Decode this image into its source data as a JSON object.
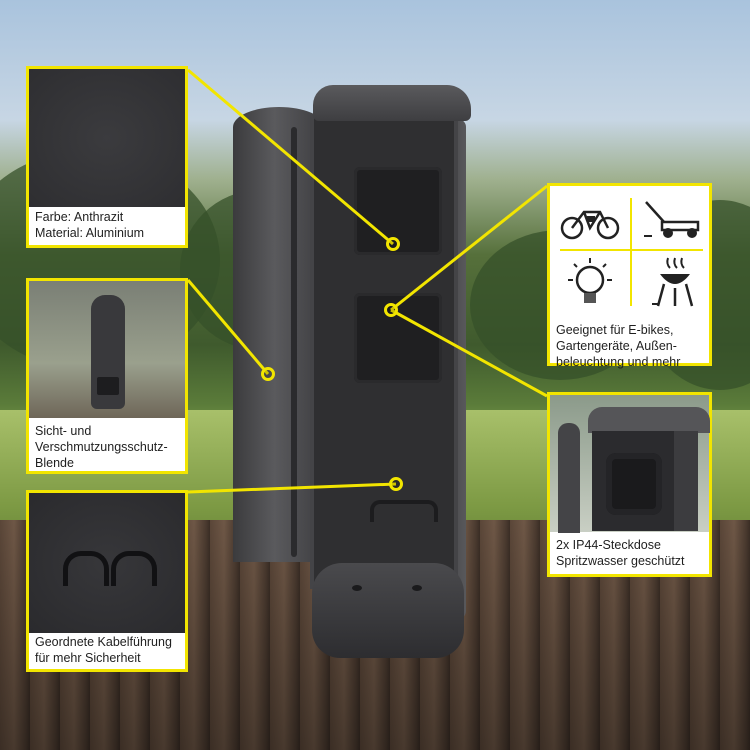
{
  "callouts": {
    "material": {
      "lines": [
        "Farbe: Anthrazit",
        "Material: Aluminium"
      ]
    },
    "shield": {
      "lines": [
        "Sicht- und",
        "Verschmutzungsschutz-",
        "Blende"
      ]
    },
    "cable": {
      "lines": [
        "Geordnete Kabelführung",
        "für mehr Sicherheit"
      ]
    },
    "usage": {
      "lines": [
        "Geeignet für E-bikes,",
        "Gartengeräte, Außen-",
        "beleuchtung und mehr"
      ],
      "icons": [
        "bicycle-icon",
        "lawn-mower-icon",
        "light-bulb-icon",
        "grill-icon"
      ]
    },
    "sockets": {
      "lines": [
        "2x IP44-Steckdose",
        "Spritzwasser geschützt"
      ]
    }
  },
  "colors": {
    "accent": "#f2e500",
    "product": "#333335"
  }
}
